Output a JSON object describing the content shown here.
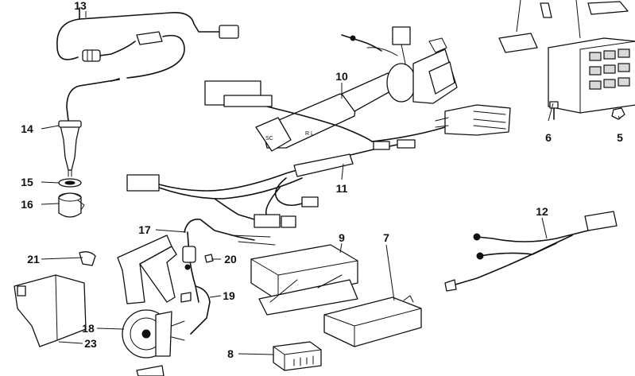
{
  "callouts": [
    {
      "id": "c1",
      "label": "13"
    },
    {
      "id": "c2",
      "label": "10"
    },
    {
      "id": "c3",
      "label": "6"
    },
    {
      "id": "c4",
      "label": "5"
    },
    {
      "id": "c5",
      "label": "14"
    },
    {
      "id": "c6",
      "label": "15"
    },
    {
      "id": "c7",
      "label": "16"
    },
    {
      "id": "c8",
      "label": "11"
    },
    {
      "id": "c9",
      "label": "12"
    },
    {
      "id": "c10",
      "label": "17"
    },
    {
      "id": "c11",
      "label": "9"
    },
    {
      "id": "c12",
      "label": "7"
    },
    {
      "id": "c13",
      "label": "21"
    },
    {
      "id": "c14",
      "label": "20"
    },
    {
      "id": "c15",
      "label": "19"
    },
    {
      "id": "c16",
      "label": "18"
    },
    {
      "id": "c17",
      "label": "23"
    },
    {
      "id": "c18",
      "label": "8"
    }
  ],
  "stalk_markings": {
    "left": "SC",
    "right": "R L"
  }
}
